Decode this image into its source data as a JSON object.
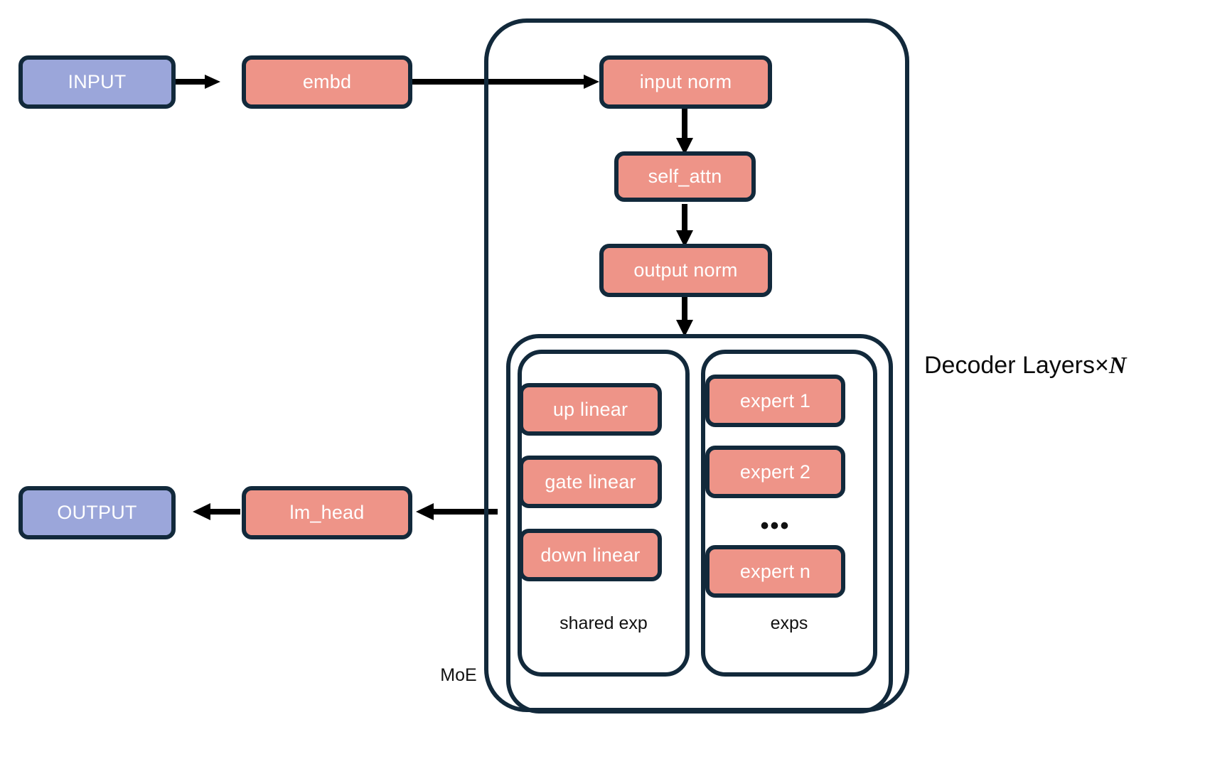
{
  "diagram": {
    "title_label": "Decoder Layers×",
    "title_var": "N",
    "colors": {
      "io_fill": "#9BA6DA",
      "op_fill": "#EE9488",
      "stroke": "#12293B",
      "arrow": "#000000",
      "background": "#FFFFFF"
    },
    "nodes": {
      "input": "INPUT",
      "embd": "embd",
      "input_norm": "input norm",
      "self_attn": "self_attn",
      "output_norm": "output norm",
      "lm_head": "lm_head",
      "output": "OUTPUT",
      "up_linear": "up linear",
      "gate_linear": "gate linear",
      "down_linear": "down linear",
      "expert_1": "expert 1",
      "expert_2": "expert 2",
      "expert_n": "expert n"
    },
    "captions": {
      "shared_exp": "shared exp",
      "exps": "exps",
      "moe": "MoE",
      "experts_ellipsis": "•••"
    },
    "flow": [
      "INPUT → embd",
      "embd → input norm",
      "input norm → self_attn",
      "self_attn → output norm",
      "output norm → MoE",
      "MoE → lm_head",
      "lm_head → OUTPUT"
    ]
  }
}
